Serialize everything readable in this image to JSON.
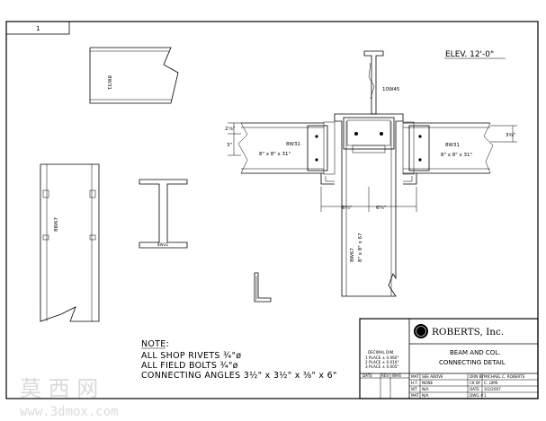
{
  "sheet": {
    "number": "1"
  },
  "elevation": {
    "label": "ELEV. 12'-0\""
  },
  "members": {
    "top_beam": "8W31",
    "column_top": "10W45",
    "left_column": "8W67",
    "center_column": "8W67",
    "center_column_plate": "8\" x 8\" x 67",
    "left_beam": "8W31",
    "left_beam_plate": "8\" x 8\" x 31\"",
    "right_beam": "8W31",
    "right_beam_plate": "8\" x 8\" x 31\"",
    "section_tag": "8W31"
  },
  "dimensions": {
    "left_top": "2⅞\"",
    "left_mid": "3\"",
    "right_top": "3⅜\"",
    "bottom_left": "6¼\"",
    "bottom_right": "6¼\""
  },
  "notes": {
    "heading": "NOTE:",
    "lines": [
      "ALL SHOP RIVETS ¾\"ø",
      "ALL FIELD BOLTS ¾\"ø",
      "CONNECTING ANGLES 3½\" x 3½\" x ⅜\" x 6\""
    ]
  },
  "title_block": {
    "company": "ROBERTS, Inc.",
    "title_line1": "BEAM AND COL.",
    "title_line2": "CONNECTING DETAIL",
    "decimal_heading": "DECIMAL DIM.",
    "decimal_lines": [
      "1 PLACE ± 0.060\"",
      "2 PLACE ± 0.010\"",
      "3 PLACE ± 0.005\""
    ],
    "rev_headers": [
      "DATE",
      "REV",
      "WHS"
    ],
    "rows": [
      {
        "k1": "MAT",
        "v1": "SEE ABOVE",
        "k2": "DRN BY",
        "v2": "MICHAEL C. ROBERTS"
      },
      {
        "k1": "H.T.",
        "v1": "NONE",
        "k2": "CK BY",
        "v2": "C. LIMS"
      },
      {
        "k1": "WT",
        "v1": "N/A",
        "k2": "DATE",
        "v2": "3/2/2007"
      },
      {
        "k1": "MAT",
        "v1": "N/A",
        "k2": "DWG #",
        "v2": "1"
      }
    ]
  },
  "watermark": {
    "brand": "莫 西 网",
    "url": "www.3dmox.com"
  }
}
